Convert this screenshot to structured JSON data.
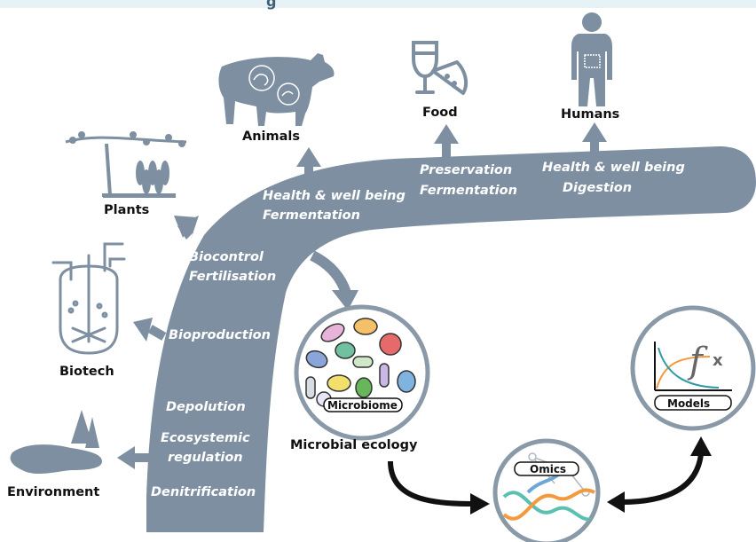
{
  "header": {
    "partial_title": "g"
  },
  "colors": {
    "trunk": "#7d8fa1",
    "icon": "#7d8fa1",
    "arrow_black": "#111111",
    "circle_ring": "#8a99a8"
  },
  "targets": {
    "animals": "Animals",
    "food": "Food",
    "humans": "Humans",
    "plants": "Plants",
    "biotech": "Biotech",
    "environment": "Environment"
  },
  "trunk_labels": {
    "animals_line1": "Health & well being",
    "animals_line2": "Fermentation",
    "food_line1": "Preservation",
    "food_line2": "Fermentation",
    "humans_line1": "Health & well being",
    "humans_line2": "Digestion",
    "plants_line1": "Biocontrol",
    "plants_line2": "Fertilisation",
    "biotech": "Bioproduction",
    "env_line1": "Depolution",
    "env_line2": "Ecosystemic",
    "env_line3": "regulation",
    "env_line4": "Denitrification"
  },
  "circles": {
    "microbiome_label": "Microbiome",
    "microbial_ecology": "Microbial ecology",
    "omics_label": "Omics",
    "models_label": "Models"
  },
  "icons": [
    "cow-icon",
    "wine-glass-icon",
    "pizza-icon",
    "human-icon",
    "vine-icon",
    "bioreactor-icon",
    "tree-icon",
    "lake-icon",
    "bacteria-icon",
    "dna-icon",
    "network-icon",
    "function-icon"
  ]
}
